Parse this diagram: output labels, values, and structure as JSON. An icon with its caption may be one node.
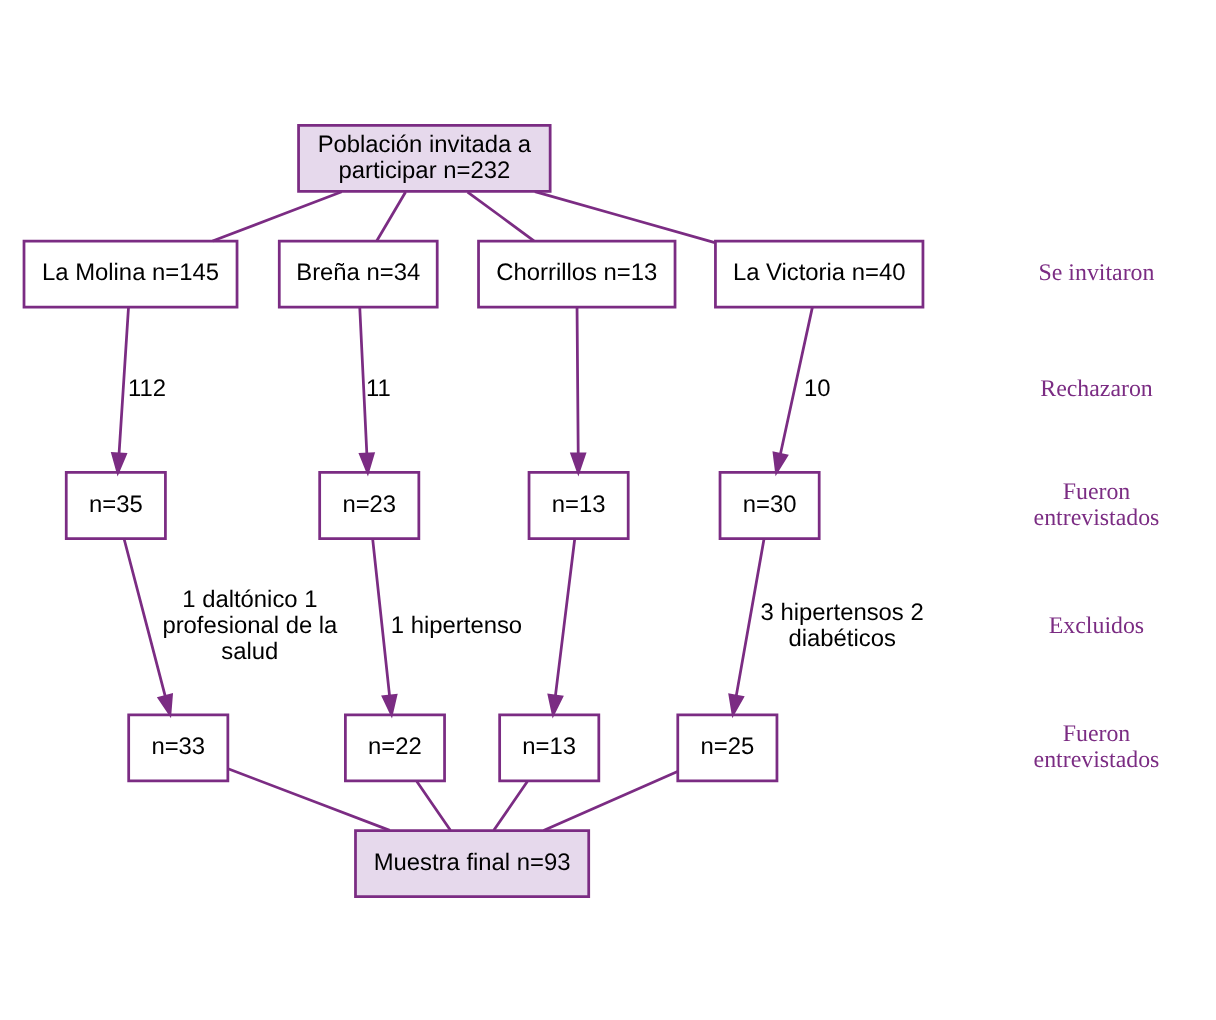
{
  "diagram": {
    "nodes": [
      {
        "text": [
          "Población invitada a participar n=232"
        ]
      },
      {
        "text": [
          "La Molina n=145"
        ]
      },
      {
        "text": [
          "Breña n=34"
        ]
      },
      {
        "text": [
          "Chorrillos n=13"
        ]
      },
      {
        "text": [
          "La Victoria n=40"
        ]
      },
      {
        "text": [
          "n=35"
        ]
      },
      {
        "text": [
          "n=23"
        ]
      },
      {
        "text": [
          "n=13"
        ]
      },
      {
        "text": [
          "n=30"
        ]
      },
      {
        "text": [
          "n=33"
        ]
      },
      {
        "text": [
          "n=22"
        ]
      },
      {
        "text": [
          "n=13"
        ]
      },
      {
        "text": [
          "n=25"
        ]
      },
      {
        "text": [
          "Muestra final n=93"
        ]
      }
    ],
    "edges": [
      {
        "from": 0,
        "to": 1,
        "arrow": "none"
      },
      {
        "from": 0,
        "to": 2,
        "arrow": "none"
      },
      {
        "from": 0,
        "to": 3,
        "arrow": "none"
      },
      {
        "from": 0,
        "to": 4,
        "arrow": "none"
      },
      {
        "from": 1,
        "to": 5,
        "arrow": "to",
        "label": "112"
      },
      {
        "from": 2,
        "to": 6,
        "arrow": "to",
        "label": "11"
      },
      {
        "from": 3,
        "to": 7,
        "arrow": "to"
      },
      {
        "from": 4,
        "to": 8,
        "arrow": "to",
        "label": "10"
      },
      {
        "from": 5,
        "to": 9,
        "arrow": "to",
        "label": "1 daltónico 1 profesional de la salud"
      },
      {
        "from": 6,
        "to": 10,
        "arrow": "to",
        "label": "1 hipertenso"
      },
      {
        "from": 7,
        "to": 11,
        "arrow": "to"
      },
      {
        "from": 8,
        "to": 12,
        "arrow": "to",
        "label": "3 hipertensos 2 diabéticos"
      },
      {
        "from": 9,
        "to": 13,
        "arrow": "none"
      },
      {
        "from": 10,
        "to": 13,
        "arrow": "none"
      },
      {
        "from": 11,
        "to": 13,
        "arrow": "none"
      },
      {
        "from": 12,
        "to": 13,
        "arrow": "none"
      }
    ],
    "labels": [
      "Se invitaron",
      "Rechazaron",
      "Fueron entrevistados",
      "Excluidos",
      "Fueron entrevistados"
    ]
  }
}
